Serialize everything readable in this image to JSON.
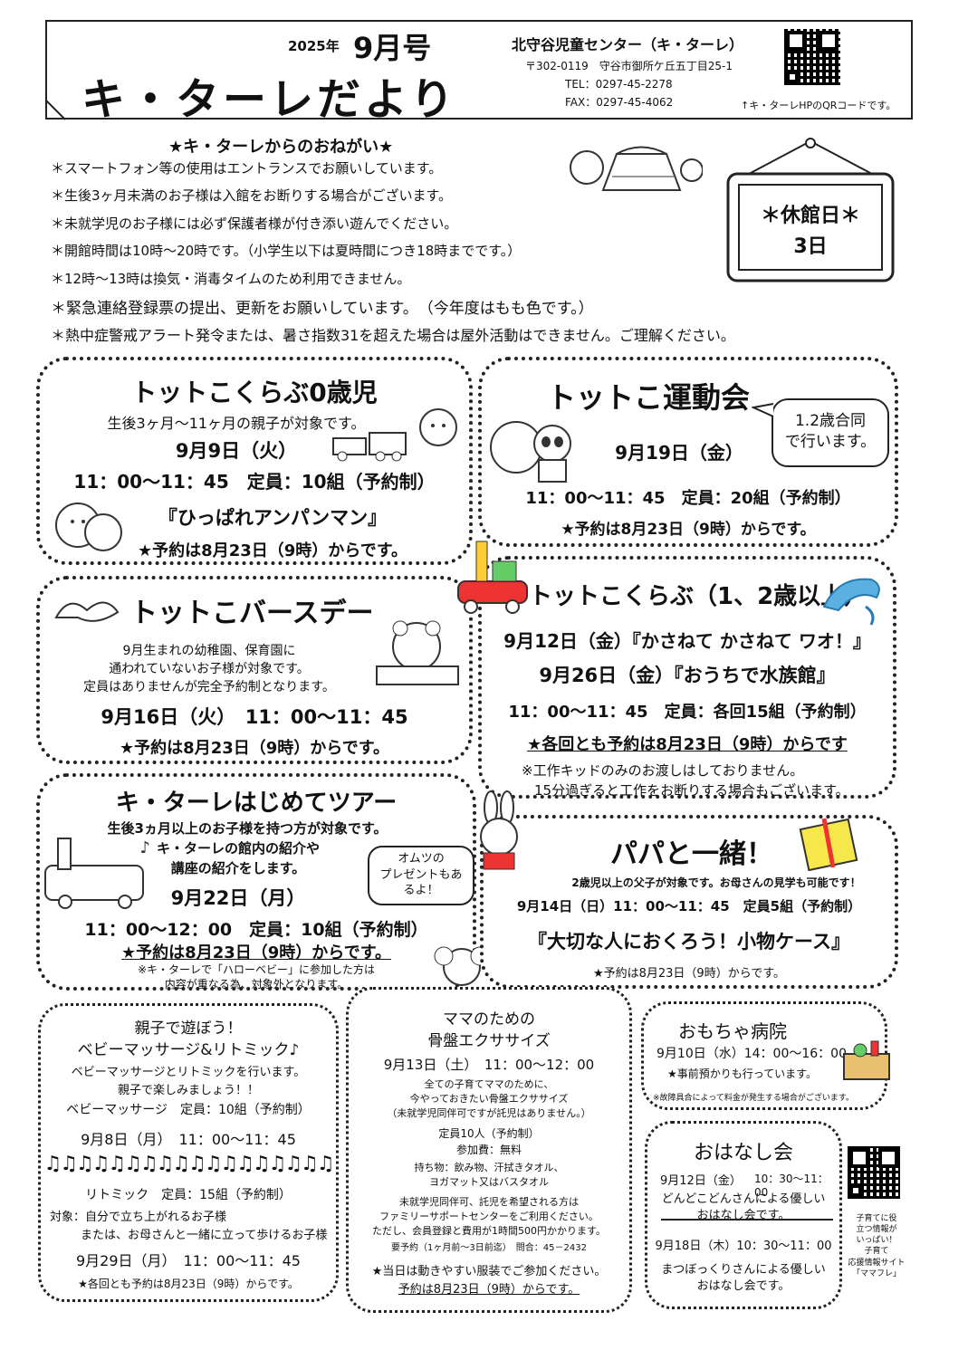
{
  "header": {
    "year": "2025年",
    "issue": "9月号",
    "title": "キ・ターレだより",
    "center_name": "北守谷児童センター（キ・ターレ）",
    "address": "〒302-0119　守谷市御所ケ丘五丁目25-1",
    "tel": "TEL：0297-45-2278",
    "fax": "FAX：0297-45-4062",
    "qr_caption": "↑キ・ターレHPのQRコードです。"
  },
  "requests": {
    "title": "★キ・ターレからのおねがい★",
    "items": [
      "＊スマートフォン等の使用はエントランスでお願いしています。",
      "＊生後3ヶ月未満のお子様は入館をお断りする場合がございます。",
      "＊未就学児のお子様には必ず保護者様が付き添い遊んでください。",
      "＊開館時間は10時～20時です。（小学生以下は夏時間につき18時までです。）",
      "＊12時～13時は換気・消毒タイムのため利用できません。",
      "＊緊急連絡登録票の提出、更新をお願いしています。　（今年度はもも色です。）",
      "＊熱中症警戒アラート発令または、暑さ指数31を超えた場合は屋外活動はできません。ご理解ください。"
    ]
  },
  "closed": {
    "label": "＊休館日＊",
    "day": "3日"
  },
  "baby_club": {
    "title": "トットこくらぶ0歳児",
    "target": "生後3ヶ月～11ヶ月の親子が対象です。",
    "date": "9月9日（火）",
    "time": "11：00～11：45　定員：10組（予約制）",
    "theme": "『ひっぱれアンパンマン』",
    "reserve": "★予約は8月23日（9時）からです。"
  },
  "sports": {
    "title": "トットこ運動会",
    "bubble": [
      "1.2歳合同",
      "で行います。"
    ],
    "date": "9月19日（金）",
    "time": "11：00～11：45　定員：20組（予約制）",
    "reserve": "★予約は8月23日（9時）からです。"
  },
  "birthday": {
    "title": "トットこバースデー",
    "desc": [
      "9月生まれの幼稚園、保育園に",
      "通われていないお子様が対象です。",
      "定員はありませんが完全予約制となります。"
    ],
    "datetime": "9月16日（火）　11：00～11：45",
    "reserve": "★予約は8月23日（9時）からです。"
  },
  "club12": {
    "title": "トットこくらぶ（1、2歳以上）",
    "line1": "9月12日（金）『かさねて かさねて ワオ！』",
    "line2": "9月26日（金）『おうちで水族館』",
    "time": "11：00～11：45　定員：各回15組（予約制）",
    "reserve": "★各回とも予約は8月23日（9時）からです",
    "note1": "※工作キッドのみのお渡しはしておりません。",
    "note2": "15分過ぎると工作をお断りする場合もございます。"
  },
  "tour": {
    "title": "キ・ターレはじめてツアー",
    "l1": "生後3ヵ月以上のお子様を持つ方が対象です。",
    "l2": "キ・ターレの館内の紹介や",
    "l3": "講座の紹介をします。",
    "date": "9月22日（月）",
    "time": "11：00～12：00　定員：10組（予約制）",
    "reserve": "★予約は8月23日（9時）からです。",
    "note1": "※キ・ターレで「ハローベビー」に参加した方は",
    "note2": "内容が重なる為、対象外となります。",
    "bubble": [
      "オムツの",
      "プレゼントもあ",
      "るよ！"
    ]
  },
  "papa": {
    "title": "パパと一緒！",
    "desc": "2歳児以上の父子が対象です。お母さんの見学も可能です！",
    "datetime": "9月14日（日）11：00～11：45　定員5組（予約制）",
    "theme": "『大切な人におくろう！小物ケース』",
    "reserve": "★予約は8月23日（9時）からです。"
  },
  "rhythm": {
    "title1": "親子で遊ぼう！",
    "title2": "ベビーマッサージ&リトミック♪",
    "l1": "ベビーマッサージとリトミックを行います。",
    "l2": "親子で楽しみましょう！！",
    "massage": "ベビーマッサージ　定員：10組（予約制）",
    "massage_date": "9月8日（月）　11：00～11：45",
    "notes": "♫♫♫♫♫♫♫♫♫♫♫♫♫♫♫♫♫♫",
    "rhythmic": "リトミック　定員：15組（予約制）",
    "target1": "対象：自分で立ち上がれるお子様",
    "target2": "または、お母さんと一緒に立って歩けるお子様",
    "rhythmic_date": "9月29日（月）　11：00～11：45",
    "reserve": "★各回とも予約は8月23日（9時）からです。"
  },
  "pelvis": {
    "title1": "ママのための",
    "title2": "骨盤エクササイズ",
    "datetime": "9月13日（土）　11：00～12：00",
    "l1": "全ての子育てママのために、",
    "l2": "今やっておきたい骨盤エクササイズ",
    "l3": "（未就学児同伴可ですが託児はありません。）",
    "capacity": "定員10人（予約制）",
    "fee": "参加費：無料",
    "items1": "持ち物：飲み物、汗拭きタオル、",
    "items2": "ヨガマット又はバスタオル",
    "care1": "未就学児同伴可、託児を希望される方は",
    "care2": "ファミリーサポートセンターをご利用ください。",
    "care3": "ただし、会員登録と費用が1時間500円かかります。",
    "care4": "要予約（1ヶ月前～3日前迄）　問合：45－2432",
    "reserve1": "★当日は動きやすい服装でご参加ください。",
    "reserve2": "予約は8月23日（9時）からです。"
  },
  "toy": {
    "title": "おもちゃ病院",
    "datetime": "9月10日（水）14：00～16：00",
    "note": "★事前預かりも行っています。",
    "small": "※故障具合によって料金が発生する場合がございます。"
  },
  "story": {
    "title": "おはなし会",
    "d1": "9月12日（金）",
    "t1": "10：30～11：00",
    "d1b": "どんどこどんさんによる優しい",
    "d1c": "おはなし会です。",
    "d2": "9月18日（木）10：30～11：00",
    "d2b": "まつぼっくりさんによる優しい",
    "d2c": "おはなし会です。"
  },
  "side": {
    "text": [
      "子育てに役",
      "立つ情報が",
      "いっぱい！",
      "子育て",
      "応援情報サイト",
      "「ママフレ」"
    ]
  }
}
